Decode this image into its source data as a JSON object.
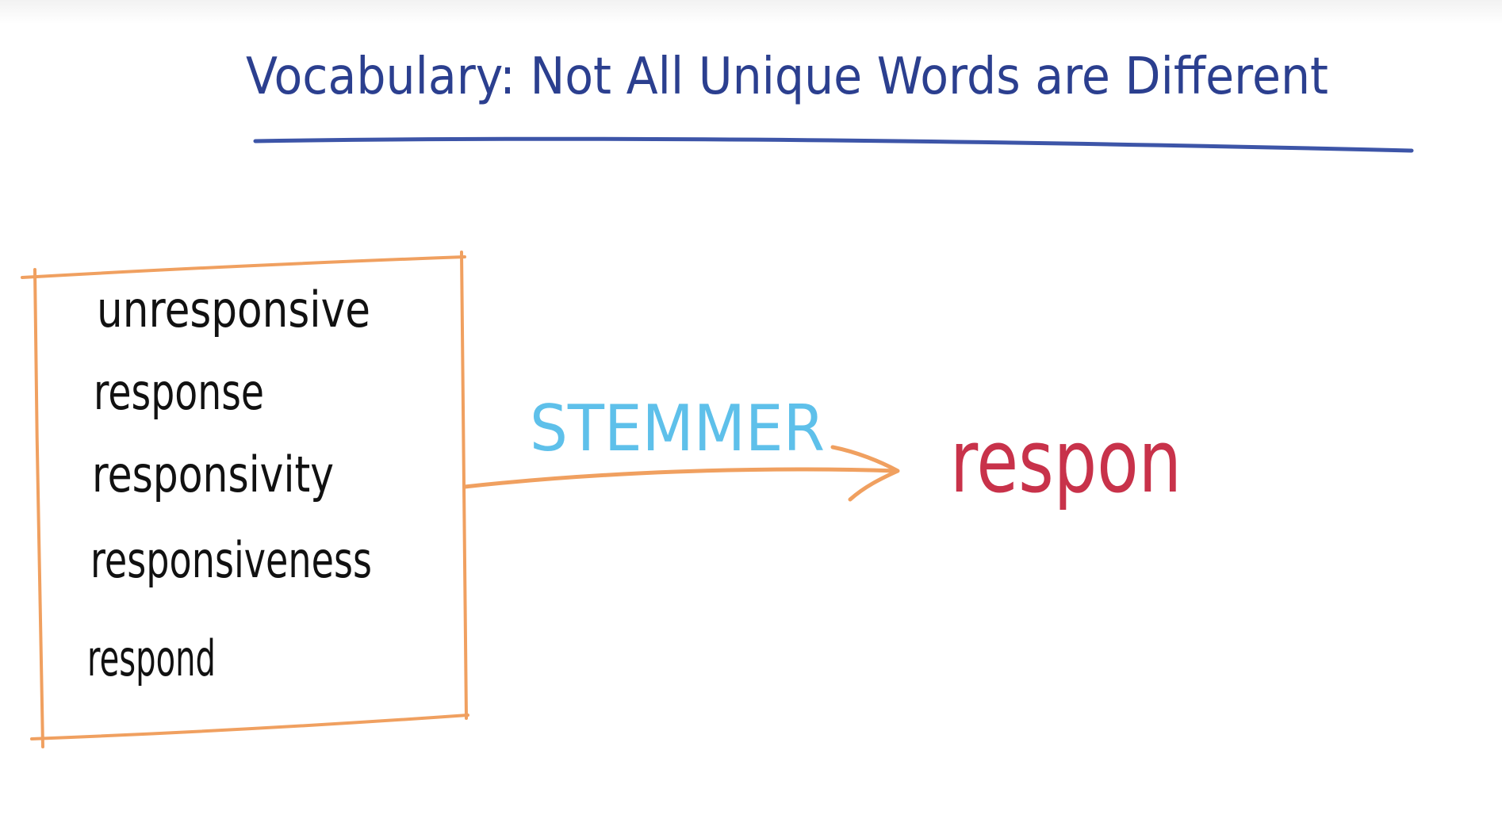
{
  "title": "Vocabulary: Not All Unique Words are Different",
  "word_list": [
    "unresponsive",
    "response",
    "responsivity",
    "responsiveness",
    "respond"
  ],
  "arrow_label": "STEMMER",
  "result": "respon",
  "colors": {
    "title": "#2b3f8f",
    "underline": "#3d55a8",
    "box": "#f0a060",
    "words": "#111111",
    "arrow": "#f0a060",
    "arrow_label": "#5ec0ea",
    "result": "#c8324a"
  }
}
